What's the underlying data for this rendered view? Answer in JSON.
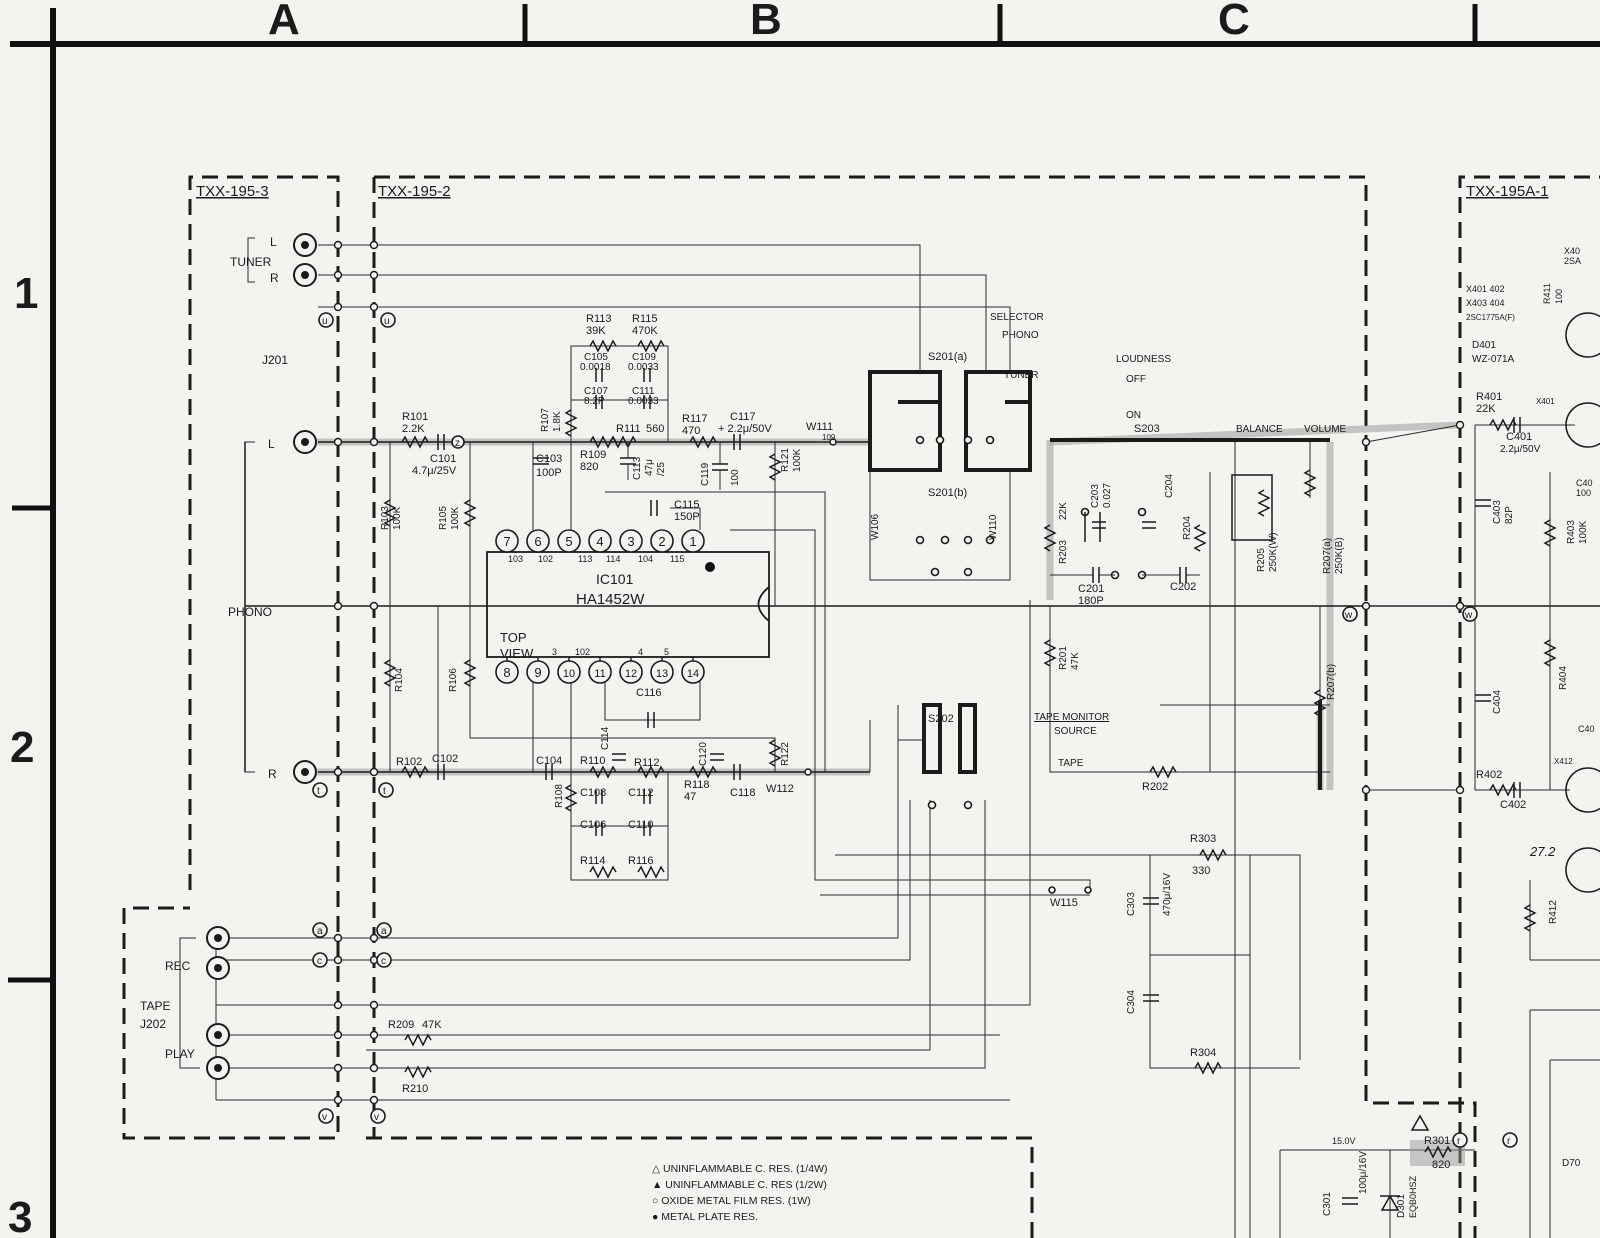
{
  "grid": {
    "columns": [
      "A",
      "B",
      "C"
    ],
    "rows": [
      "1",
      "2",
      "3"
    ]
  },
  "boards": {
    "b1": "TXX-195-3",
    "b2": "TXX-195-2",
    "b3": "TXX-195A-1"
  },
  "jacks": {
    "tuner": "TUNER",
    "tuner_l": "L",
    "tuner_r": "R",
    "j201": "J201",
    "phono": "PHONO",
    "phono_l": "L",
    "phono_r": "R",
    "rec": "REC",
    "tape": "TAPE",
    "j202": "J202",
    "play": "PLAY"
  },
  "ic": {
    "name": "IC101",
    "part": "HA1452W",
    "top": "TOP",
    "view": "VIEW",
    "pins_top": [
      "7",
      "6",
      "5",
      "4",
      "3",
      "2",
      "1"
    ],
    "pins_bottom": [
      "8",
      "9",
      "10",
      "11",
      "12",
      "13",
      "14"
    ],
    "markers_top": [
      "103",
      "102",
      "113",
      "114",
      "104",
      "115"
    ],
    "markers_bottom": [
      "3",
      "102",
      "4",
      "5"
    ]
  },
  "components": {
    "r101": "R101",
    "r101v": "2.2K",
    "c101": "C101",
    "c101v": "4.7μ/25V",
    "r103": "R103",
    "r103v": "100K",
    "r105": "R105",
    "r105v": "100K",
    "r104": "R104",
    "r106": "R106",
    "r102": "R102",
    "c102": "C102",
    "r107": "R107",
    "r107v": "1.8K",
    "r113": "R113",
    "r113v": "39K",
    "r115": "R115",
    "r115v": "470K",
    "c105": "C105",
    "c105v": "0.0018",
    "c109": "C109",
    "c109v": "0.0033",
    "c107": "C107",
    "c107v": "8.2P",
    "c111": "C111",
    "c111v": "0.0033",
    "r111": "R111",
    "r111v": "560",
    "c103": "C103",
    "c103v": "100P",
    "r109": "R109",
    "r109v": "820",
    "c113": "C113",
    "c113v": "47μ",
    "c113v2": "/25",
    "r117": "R117",
    "r117v": "470",
    "c117": "C117",
    "c117v": "+ 2.2μ/50V",
    "c119": "C119",
    "c119v": "100",
    "r121": "R121",
    "r121v": "100K",
    "w111": "W111",
    "w111v": "109",
    "c115": "C115",
    "c115v": "150P",
    "c116": "C116",
    "c104": "C104",
    "r108": "R108",
    "r110": "R110",
    "c114": "C114",
    "r112": "R112",
    "c120": "C120",
    "r122": "R122",
    "c108": "C108",
    "c112": "C112",
    "r118": "R118",
    "r118v": "47",
    "c118": "C118",
    "w112": "W112",
    "c106": "C106",
    "c110": "C110",
    "r114": "R114",
    "r116": "R116",
    "w106": "W106",
    "w110": "W110",
    "s201a": "S201(a)",
    "s201b": "S201(b)",
    "s202": "S202",
    "selector": "SELECTOR",
    "sel_phono": "PHONO",
    "sel_tuner": "TUNER",
    "loudness": "LOUDNESS",
    "off": "OFF",
    "on": "ON",
    "s203": "S203",
    "balance": "BALANCE",
    "volume": "VOLUME",
    "r203": "R203",
    "r203v": "22K",
    "c203": "C203",
    "c203v": "0.027",
    "c204": "C204",
    "r204": "R204",
    "c201": "C201",
    "c201v": "180P",
    "c202": "C202",
    "r205": "R205",
    "r205v": "250K(W)",
    "r207a": "R207(a)",
    "r207av": "250K(B)",
    "r201": "R201",
    "r201v": "47K",
    "r207b": "R207(b)",
    "tape_monitor": "TAPE MONITOR",
    "tm_source": "SOURCE",
    "tm_tape": "TAPE",
    "r202": "R202",
    "r303": "R303",
    "r303v": "330",
    "c303": "C303",
    "c303v": "470μ/16V",
    "w115": "W115",
    "c304": "C304",
    "r304": "R304",
    "r209": "R209",
    "r209v": "47K",
    "r210": "R210",
    "c301": "C301",
    "c301v": "100μ/16V",
    "d301": "D301",
    "d301v": "EQB0HSZ",
    "v15": "15.0V",
    "r301": "R301",
    "r301v": "820",
    "d70": "D70",
    "r401": "R401",
    "r401v": "22K",
    "c401": "C401",
    "c401v": "2.2μ/50V",
    "x401": "X401",
    "c403": "C403",
    "c403v": "82P",
    "r403": "R403",
    "r403v": "100K",
    "c40x": "C40",
    "c40xv": "100",
    "x40": "X40",
    "x40v": "2SA",
    "xlist1": "X401 402",
    "xlist2": "X403 404",
    "xlist3": "2SC1775A(F)",
    "r411": "R411",
    "r411v": "100",
    "d401": "D401",
    "d401v": "WZ-071A",
    "r404": "R404",
    "c404": "C404",
    "c40y": "C40",
    "x412": "X412",
    "r402": "R402",
    "c402": "C402",
    "r412": "R412",
    "hand": "27.2"
  },
  "nodes": {
    "u": "u",
    "t": "t",
    "w": "w",
    "a": "a",
    "c": "c",
    "v": "v",
    "r": "r",
    "z": "z"
  },
  "legend": [
    "△ UNINFLAMMABLE C. RES. (1/4W)",
    "▲ UNINFLAMMABLE C. RES (1/2W)",
    "○ OXIDE METAL FILM RES. (1W)",
    "● METAL PLATE RES."
  ]
}
